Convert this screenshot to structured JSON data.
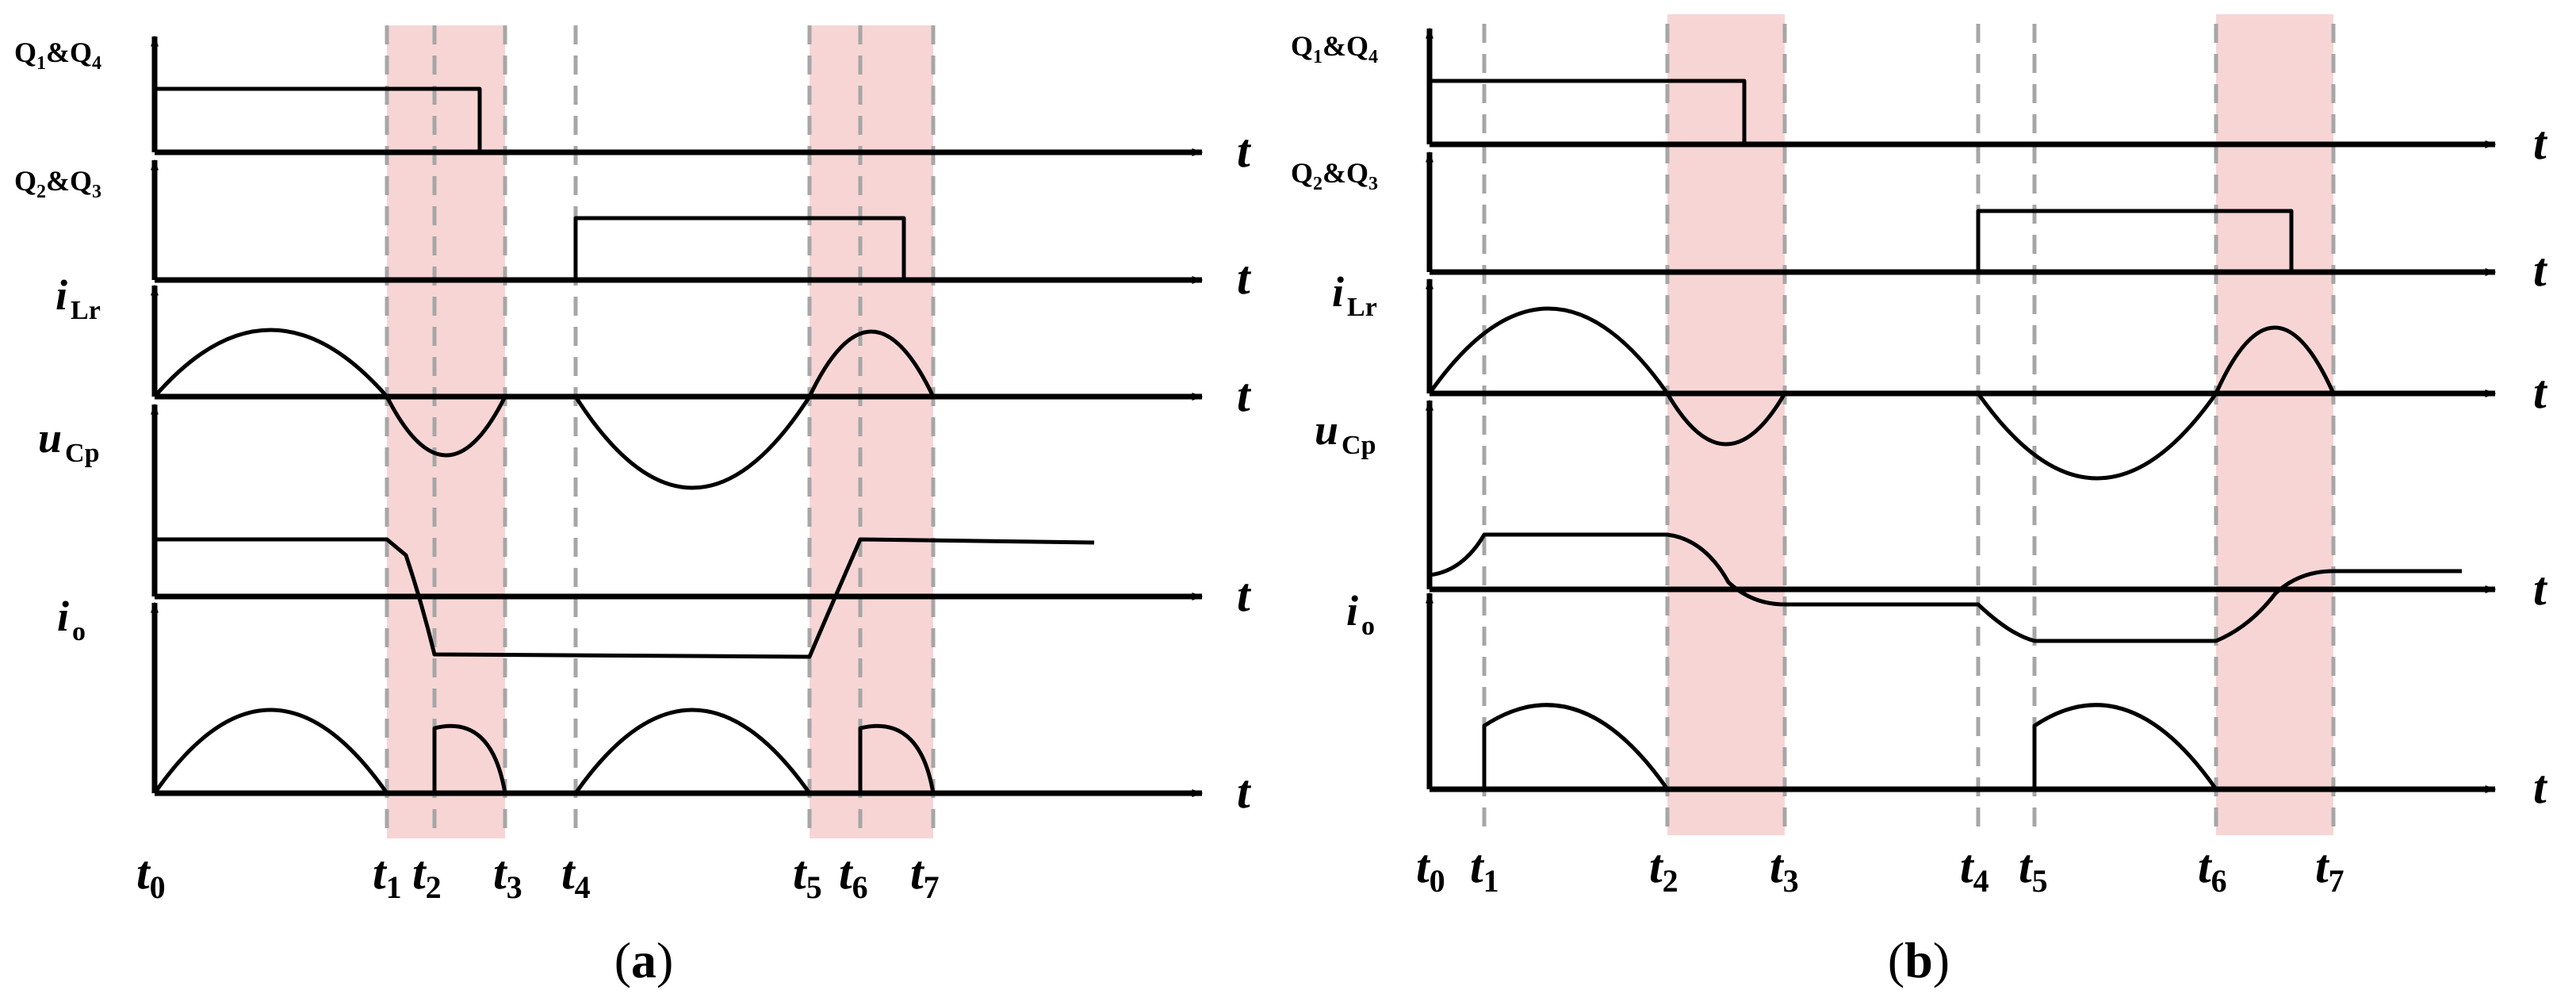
{
  "colors": {
    "shade": "#f7d5d5",
    "trace": "#000000",
    "marker": "#a6a6a6"
  },
  "panels": [
    {
      "caption": {
        "open": "(",
        "letter": "a",
        "close": ")"
      },
      "q14": {
        "main": "Q",
        "s1": "1",
        "amp": "&",
        "main2": "Q",
        "s2": "4"
      },
      "q23": {
        "main": "Q",
        "s1": "2",
        "amp": "&",
        "main2": "Q",
        "s2": "3"
      },
      "ilr": {
        "main": "i",
        "sub": "Lr"
      },
      "ucp": {
        "main": "u",
        "sub": "Cp"
      },
      "io": {
        "main": "i",
        "sub": "o"
      },
      "axis_t": "t",
      "time_marks": [
        {
          "main": "t",
          "sub": "0"
        },
        {
          "main": "t",
          "sub": "1"
        },
        {
          "main": "t",
          "sub": "2"
        },
        {
          "main": "t",
          "sub": "3"
        },
        {
          "main": "t",
          "sub": "4"
        },
        {
          "main": "t",
          "sub": "5"
        },
        {
          "main": "t",
          "sub": "6"
        },
        {
          "main": "t",
          "sub": "7"
        }
      ]
    },
    {
      "caption": {
        "open": "(",
        "letter": "b",
        "close": ")"
      },
      "q14": {
        "main": "Q",
        "s1": "1",
        "amp": "&",
        "main2": "Q",
        "s2": "4"
      },
      "q23": {
        "main": "Q",
        "s1": "2",
        "amp": "&",
        "main2": "Q",
        "s2": "3"
      },
      "ilr": {
        "main": "i",
        "sub": "Lr"
      },
      "ucp": {
        "main": "u",
        "sub": "Cp"
      },
      "io": {
        "main": "i",
        "sub": "o"
      },
      "axis_t": "t",
      "time_marks": [
        {
          "main": "t",
          "sub": "0"
        },
        {
          "main": "t",
          "sub": "1"
        },
        {
          "main": "t",
          "sub": "2"
        },
        {
          "main": "t",
          "sub": "3"
        },
        {
          "main": "t",
          "sub": "4"
        },
        {
          "main": "t",
          "sub": "5"
        },
        {
          "main": "t",
          "sub": "6"
        },
        {
          "main": "t",
          "sub": "7"
        }
      ]
    }
  ]
}
